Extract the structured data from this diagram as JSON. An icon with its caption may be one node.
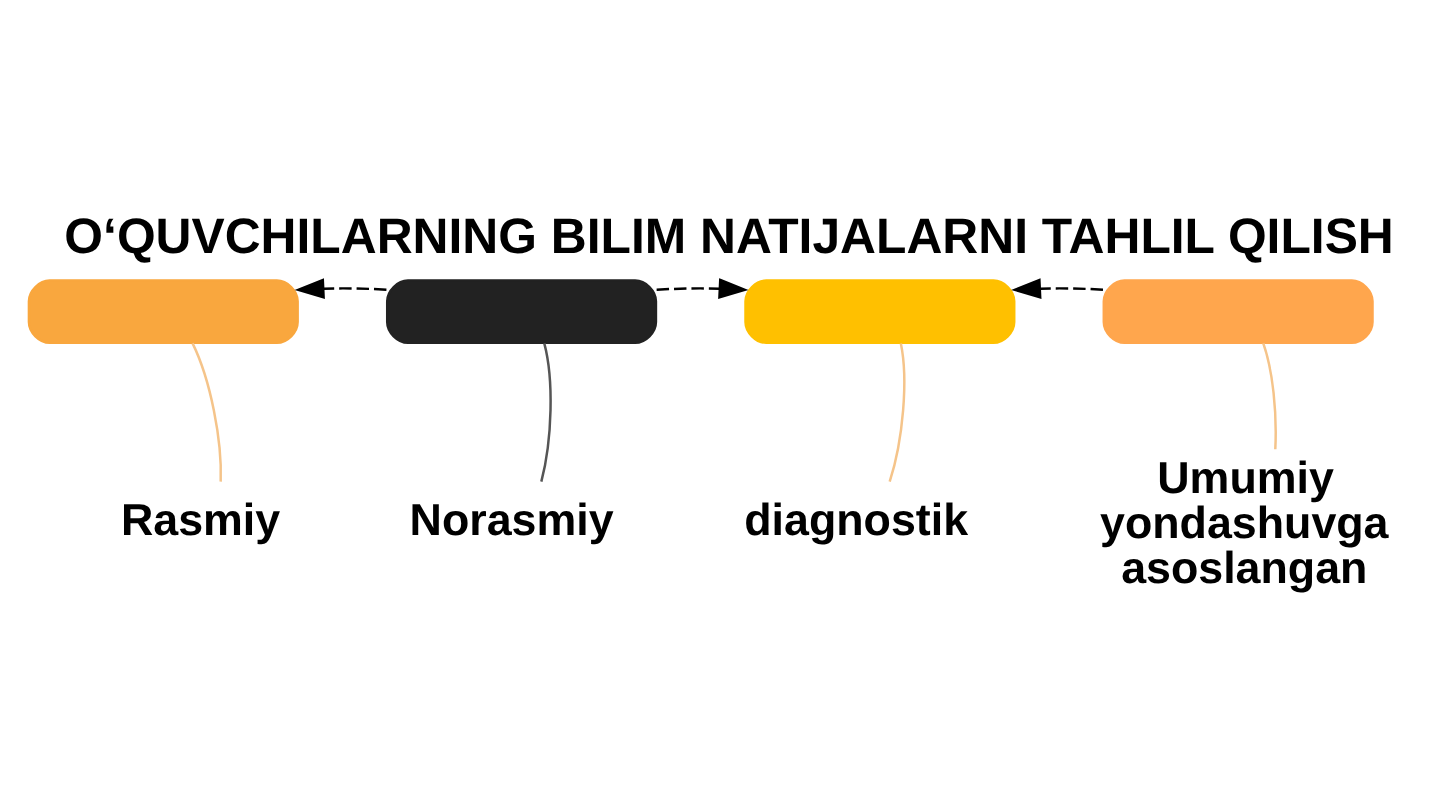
{
  "diagram": {
    "title": "O‘QUVCHILARNING BILIM NATIJALARNI TAHLIL QILISH",
    "nodes": [
      {
        "text": [],
        "shape": "box"
      },
      {
        "text": [],
        "shape": "box"
      },
      {
        "text": [],
        "shape": "box"
      },
      {
        "text": [],
        "shape": "box"
      },
      {
        "text": [
          "Rasmiy"
        ]
      },
      {
        "text": [
          "Norasmiy"
        ]
      },
      {
        "text": [
          "diagnostik"
        ]
      },
      {
        "text": [
          "Umumiy yondashuvga asoslangan"
        ]
      }
    ],
    "edges": [
      {
        "from": 1,
        "to": 0,
        "arrow": "to",
        "style": "dashed"
      },
      {
        "from": 1,
        "to": 2,
        "arrow": "to",
        "style": "dashed"
      },
      {
        "from": 3,
        "to": 2,
        "arrow": "to",
        "style": "dashed"
      },
      {
        "from": 4,
        "to": 0,
        "arrow": "none",
        "color": "#f5c48a"
      },
      {
        "from": 5,
        "to": 1,
        "arrow": "none",
        "color": "#555555"
      },
      {
        "from": 6,
        "to": 2,
        "arrow": "none",
        "color": "#f5c48a"
      },
      {
        "from": 7,
        "to": 3,
        "arrow": "none",
        "color": "#f5c48a"
      }
    ]
  }
}
